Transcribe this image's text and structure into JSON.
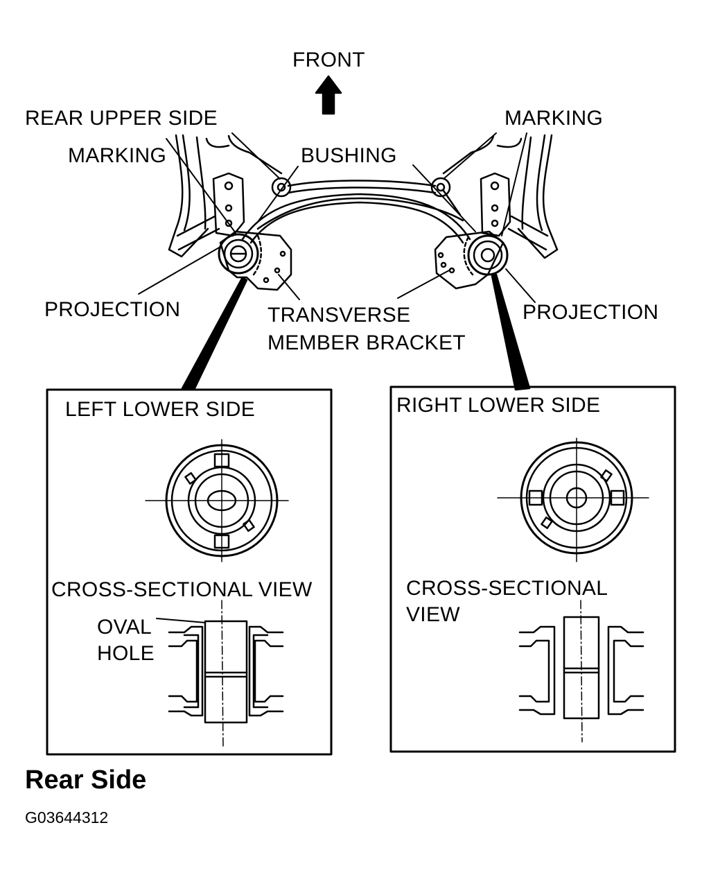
{
  "labels": {
    "front": "FRONT",
    "rear_upper_side": "REAR UPPER SIDE",
    "marking_left": "MARKING",
    "marking_right": "MARKING",
    "bushing": "BUSHING",
    "projection_left": "PROJECTION",
    "projection_right": "PROJECTION",
    "bracket_line1": "TRANSVERSE",
    "bracket_line2": "MEMBER BRACKET"
  },
  "left_panel": {
    "title": "LEFT LOWER SIDE",
    "section_title": "CROSS-SECTIONAL VIEW",
    "oval_line1": "OVAL",
    "oval_line2": "HOLE"
  },
  "right_panel": {
    "title": "RIGHT LOWER SIDE",
    "section_line1": "CROSS-SECTIONAL",
    "section_line2": "VIEW"
  },
  "caption": "Rear Side",
  "figure_code": "G03644312"
}
